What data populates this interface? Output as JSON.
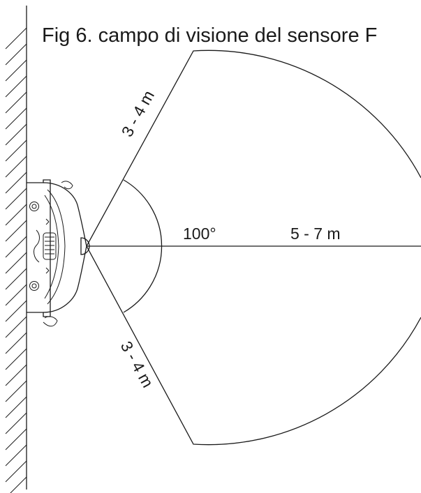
{
  "title": "Fig 6. campo di visione del sensore F",
  "labels": {
    "angle": "100°",
    "range_front": "5 - 7 m",
    "range_upper": "3 - 4 m",
    "range_lower": "3 - 4 m"
  }
}
